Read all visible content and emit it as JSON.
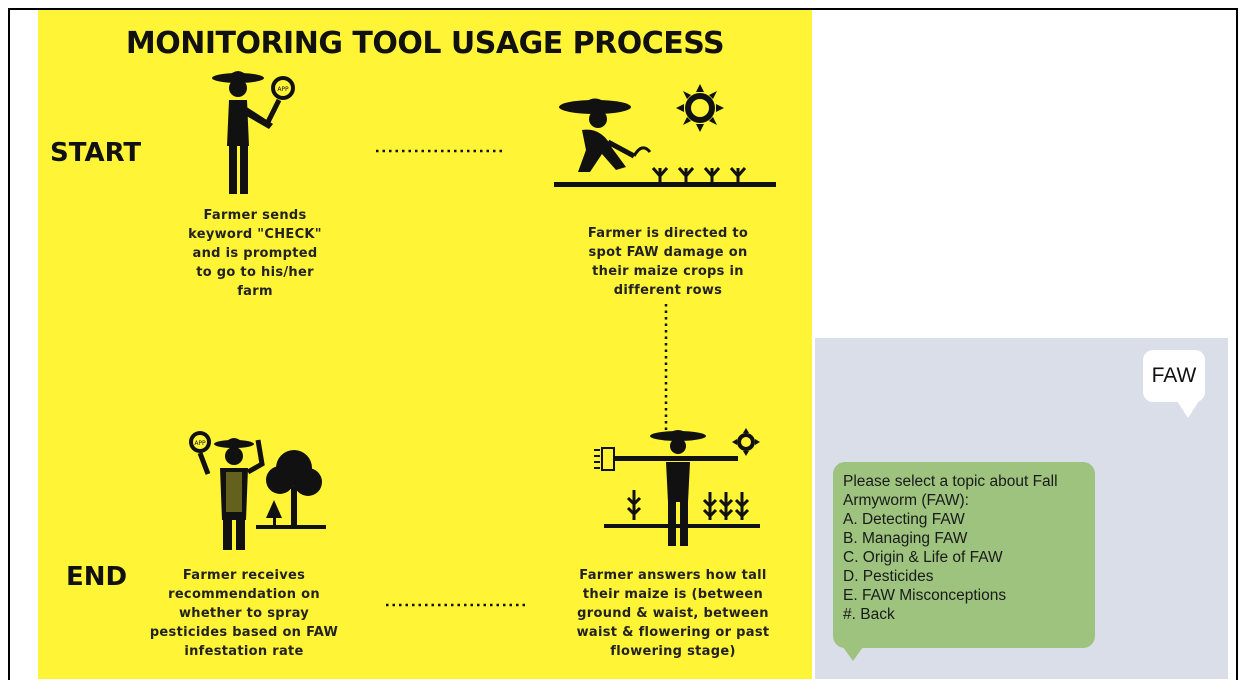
{
  "poster": {
    "title": "MONITORING TOOL USAGE PROCESS",
    "start_label": "START",
    "end_label": "END",
    "steps": [
      {
        "lines": [
          "Farmer sends",
          "keyword \"CHECK\"",
          "and is prompted",
          "to go to his/her",
          "farm"
        ]
      },
      {
        "lines": [
          "Farmer is directed to",
          "spot FAW damage on",
          "their maize crops in",
          "different rows"
        ]
      },
      {
        "lines": [
          "Farmer answers how tall",
          "their maize is (between",
          "ground & waist, between",
          "waist & flowering or past",
          "flowering stage)"
        ]
      },
      {
        "lines": [
          "Farmer receives",
          "recommendation on",
          "whether to spray",
          "pesticides based on FAW",
          "infestation rate"
        ]
      }
    ],
    "phone_badge": "APP",
    "colors": {
      "background": "#fff436",
      "ink": "#111111"
    },
    "icons": [
      "farmer-with-phone-icon",
      "sun-icon",
      "crouching-farmer-icon",
      "farmer-with-rake-icon",
      "farmer-with-tree-icon"
    ]
  },
  "chat": {
    "user_message": "FAW",
    "bot_message": {
      "intro_lines": [
        "Please select a topic about Fall",
        "Armyworm (FAW):"
      ],
      "options": [
        "A. Detecting FAW",
        "B. Managing FAW",
        "C. Origin & Life of FAW",
        "D. Pesticides",
        "E. FAW Misconceptions",
        "#. Back"
      ]
    },
    "colors": {
      "panel": "#d9dee9",
      "bot_bubble": "#9dc37e",
      "user_bubble": "#ffffff"
    }
  }
}
